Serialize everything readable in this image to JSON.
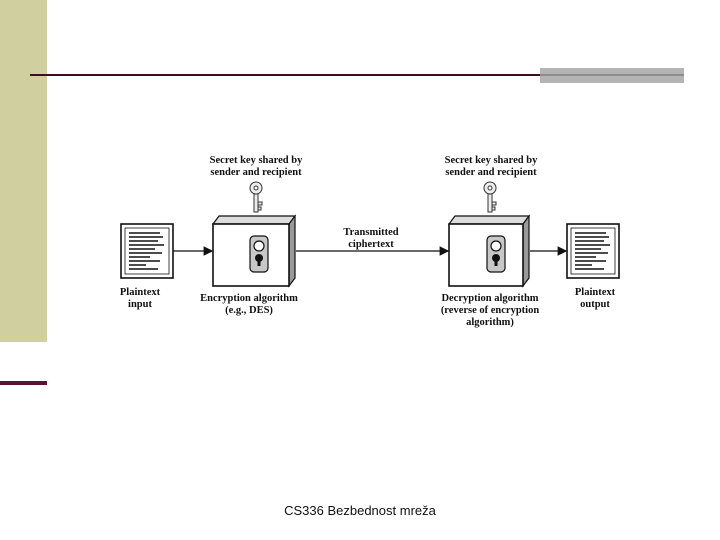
{
  "diagram": {
    "key_label_left": "Secret key shared by\nsender and recipient",
    "key_label_right": "Secret key shared by\nsender and recipient",
    "plaintext_input": "Plaintext\ninput",
    "encryption": "Encryption algorithm\n(e.g., DES)",
    "transmitted": "Transmitted\nciphertext",
    "decryption": "Decryption algorithm\n(reverse of encryption\nalgorithm)",
    "plaintext_output": "Plaintext\noutput"
  },
  "footer": {
    "text": "CS336  Bezbednost mreža"
  },
  "colors": {
    "sidebar": "#cfcf9f",
    "accent": "#5a1236",
    "rule": "#3a1020",
    "block": "#b4b4b4"
  }
}
